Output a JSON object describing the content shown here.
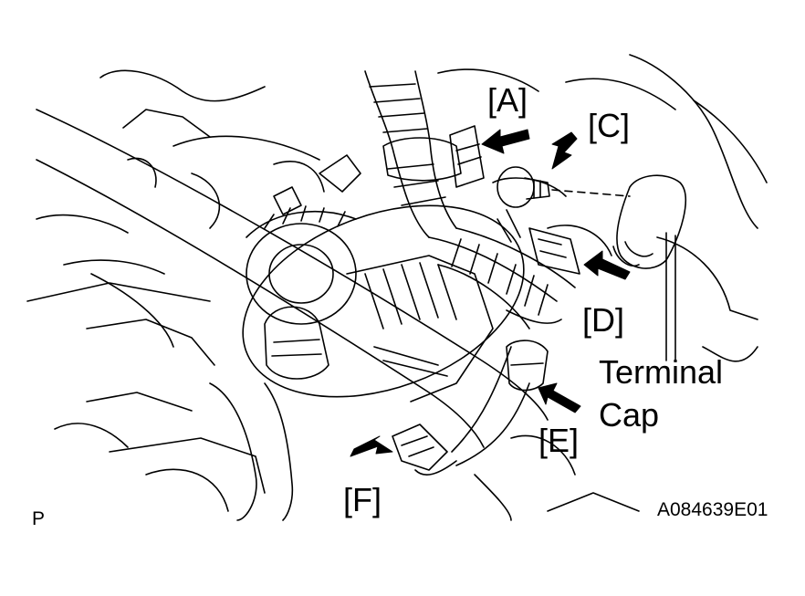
{
  "labels": {
    "a": "[A]",
    "c": "[C]",
    "d": "[D]",
    "e": "[E]",
    "f": "[F]",
    "terminal_line1": "Terminal",
    "terminal_line2": "Cap",
    "corner_left": "P",
    "figure_code": "A084639E01"
  },
  "colors": {
    "ink": "#000000",
    "paper": "#ffffff"
  }
}
